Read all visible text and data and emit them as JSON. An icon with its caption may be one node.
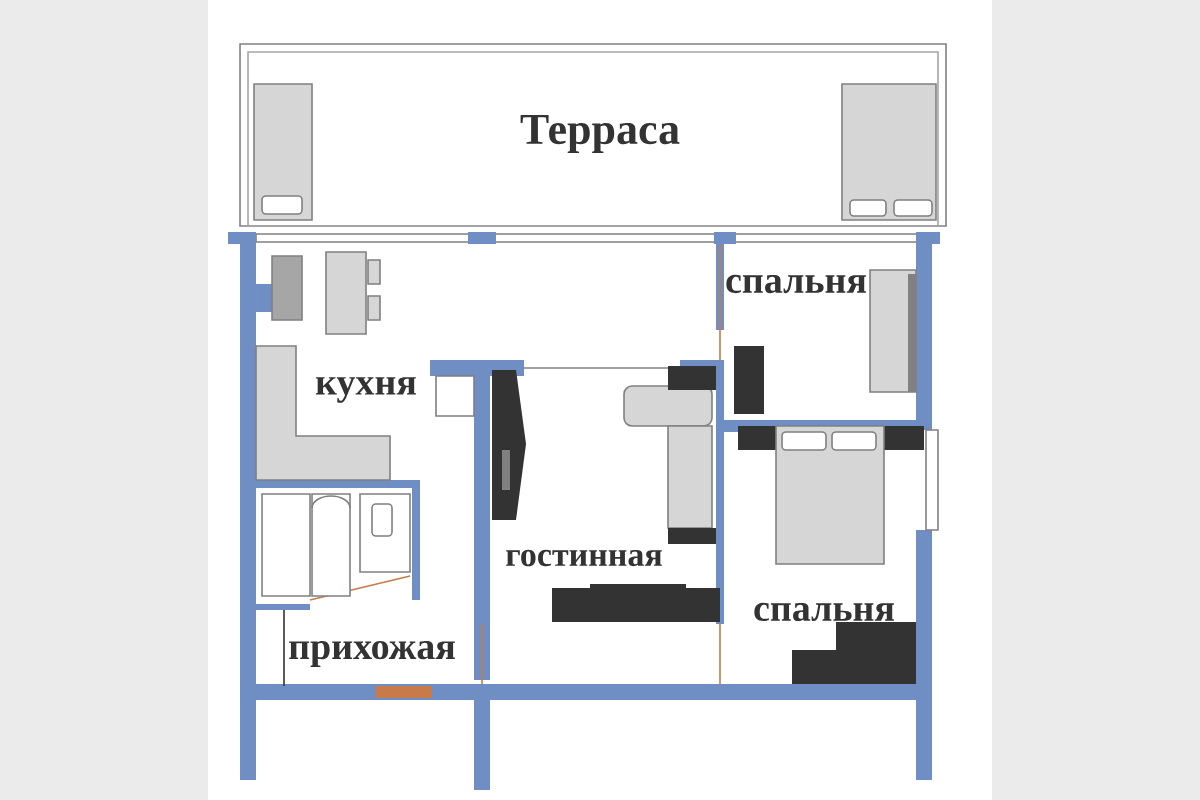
{
  "diagram": {
    "nodes": [
      {
        "text": [
          "Терраса"
        ]
      },
      {
        "text": [
          "кухня"
        ]
      },
      {
        "text": [
          "спальня"
        ]
      },
      {
        "text": [
          "гостинная"
        ]
      },
      {
        "text": [
          "спальня"
        ]
      },
      {
        "text": [
          "прихожая"
        ]
      }
    ]
  }
}
